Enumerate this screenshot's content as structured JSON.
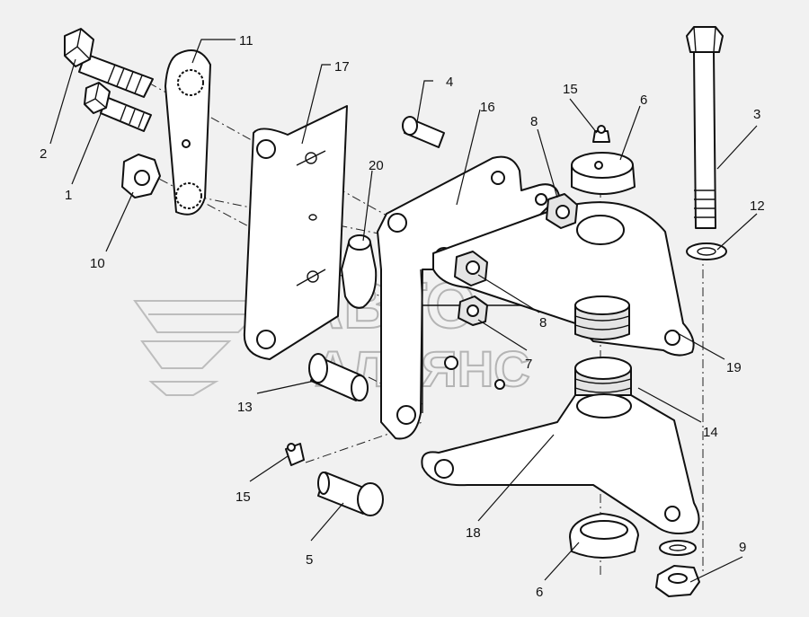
{
  "watermark": {
    "line1": "АВТО",
    "line2": "АЛЬЯНС"
  },
  "callouts": [
    {
      "id": "c2",
      "text": "2"
    },
    {
      "id": "c1",
      "text": "1"
    },
    {
      "id": "c10",
      "text": "10"
    },
    {
      "id": "c11",
      "text": "11"
    },
    {
      "id": "c17",
      "text": "17"
    },
    {
      "id": "c20",
      "text": "20"
    },
    {
      "id": "c4",
      "text": "4"
    },
    {
      "id": "c16",
      "text": "16"
    },
    {
      "id": "c8a",
      "text": "8"
    },
    {
      "id": "c15a",
      "text": "15"
    },
    {
      "id": "c6a",
      "text": "6"
    },
    {
      "id": "c3",
      "text": "3"
    },
    {
      "id": "c12",
      "text": "12"
    },
    {
      "id": "c8b",
      "text": "8"
    },
    {
      "id": "c7",
      "text": "7"
    },
    {
      "id": "c19",
      "text": "19"
    },
    {
      "id": "c13",
      "text": "13"
    },
    {
      "id": "c14",
      "text": "14"
    },
    {
      "id": "c15b",
      "text": "15"
    },
    {
      "id": "c5",
      "text": "5"
    },
    {
      "id": "c18",
      "text": "18"
    },
    {
      "id": "c6b",
      "text": "6"
    },
    {
      "id": "c9",
      "text": "9"
    }
  ]
}
